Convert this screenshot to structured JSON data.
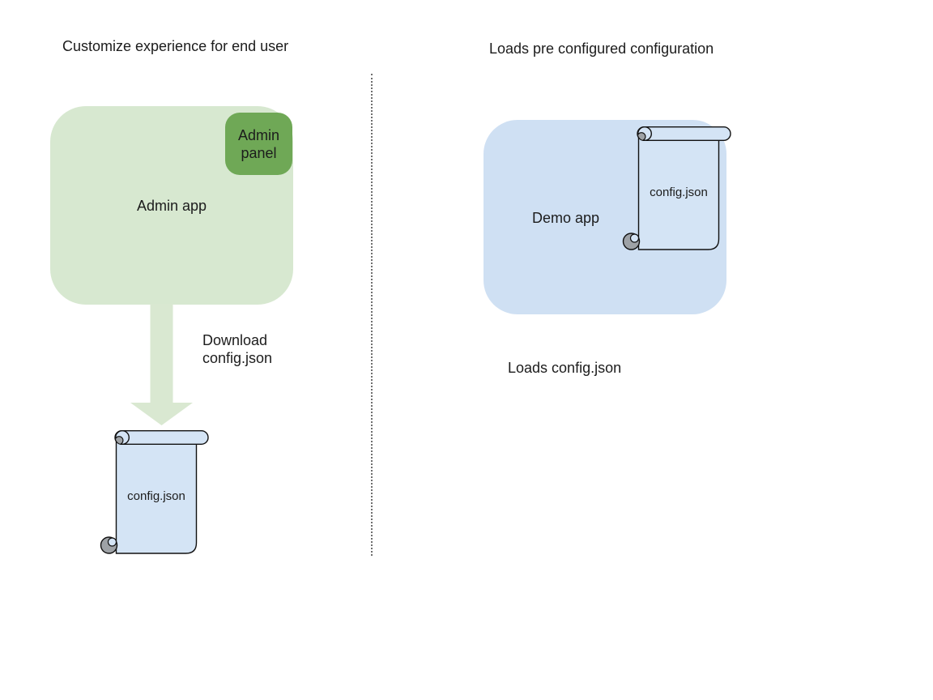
{
  "diagram": {
    "left": {
      "title": "Customize experience for end user",
      "admin_app_label": "Admin app",
      "admin_panel_label": "Admin panel",
      "arrow_caption": "Download config.json",
      "config_file_label": "config.json"
    },
    "right": {
      "title": "Loads pre configured configuration",
      "demo_app_label": "Demo app",
      "config_file_label": "config.json",
      "caption": "Loads config.json"
    }
  },
  "icons": {
    "download_arrow": "down-arrow-icon",
    "config_file": "scroll-document-icon"
  },
  "colors": {
    "light_green": "#d7e8d0",
    "arrow_green": "#d9e8d1",
    "green": "#6fa856",
    "light_blue": "#cfe0f3",
    "scroll_blue": "#d4e4f5",
    "curl_gray": "#9ea2a6",
    "outline": "#111111",
    "divider_gray": "#6e6e6e",
    "text": "#1c1c1c"
  }
}
